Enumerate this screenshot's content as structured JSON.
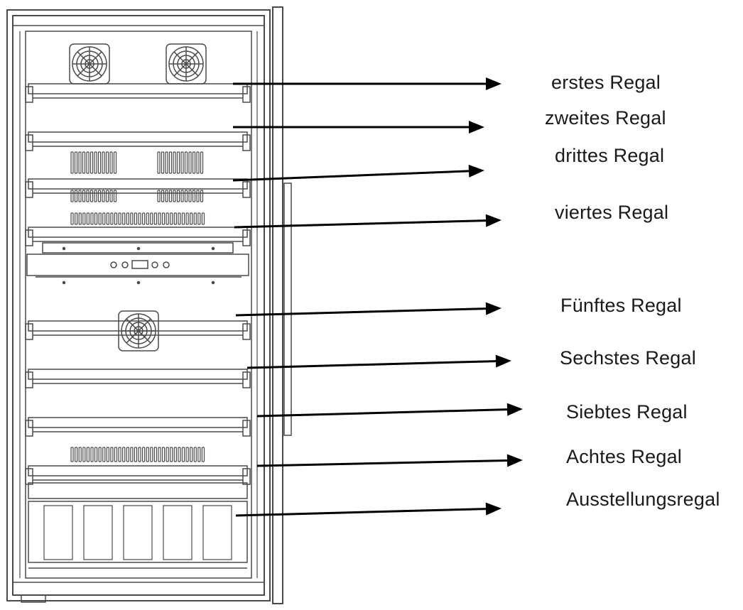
{
  "labels": [
    "erstes Regal",
    "zweites Regal",
    "drittes Regal",
    "viertes Regal",
    "Fünftes Regal",
    "Sechstes Regal",
    "Siebtes Regal",
    "Achtes Regal",
    "Ausstellungsregal"
  ],
  "colors": {
    "line": "#4a4a4a",
    "arrow": "#000000",
    "text": "#1a1a1a"
  }
}
